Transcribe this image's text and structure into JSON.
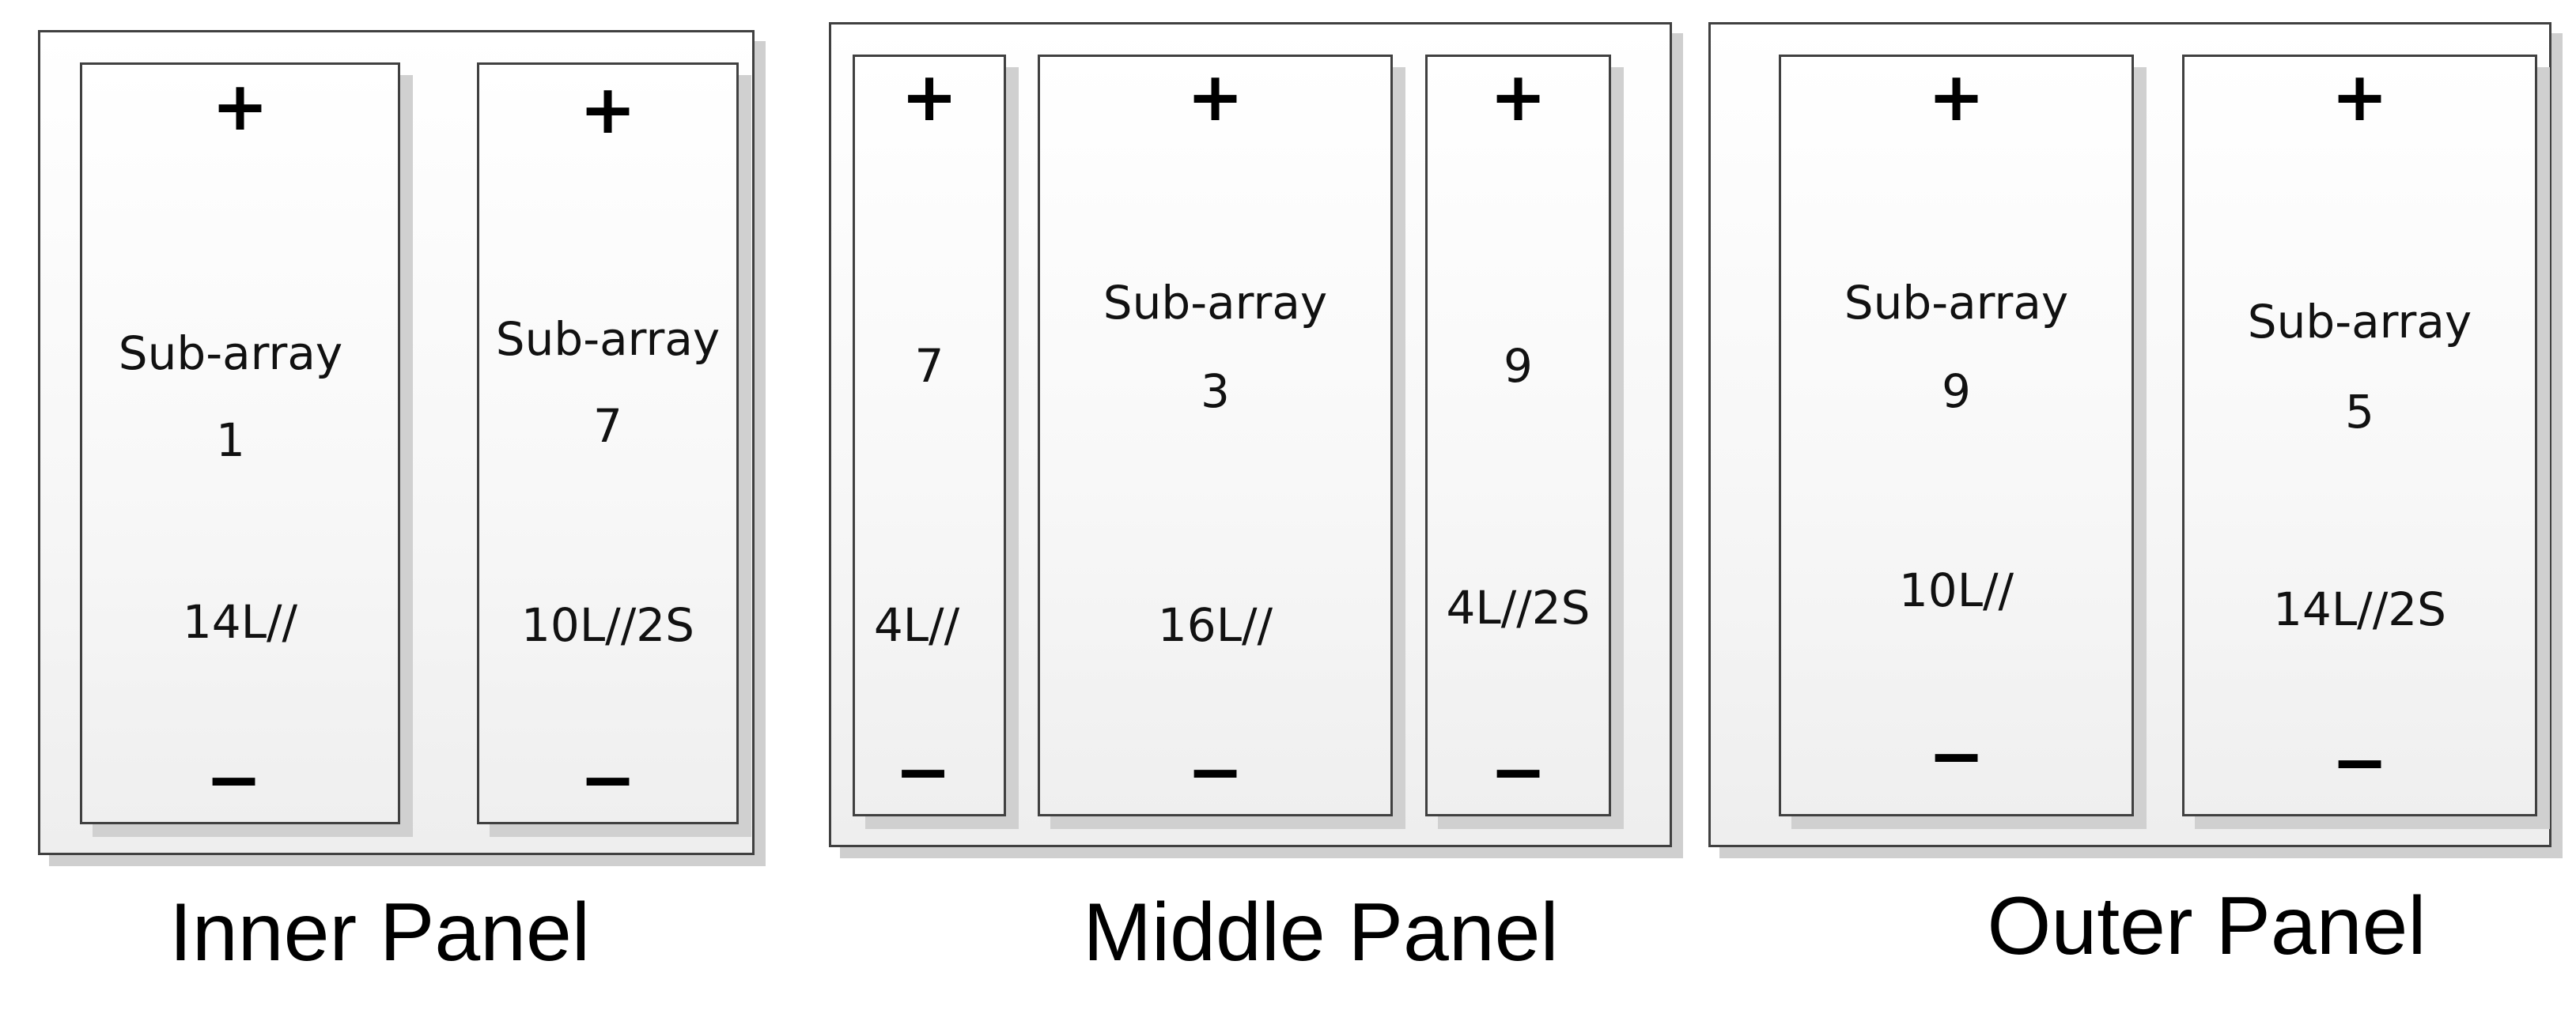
{
  "panels": {
    "inner": {
      "caption": "Inner Panel",
      "modules": [
        {
          "line1": "Sub-array",
          "line2": "1",
          "config": "14L//",
          "plus": "+",
          "minus": "−"
        },
        {
          "line1": "Sub-array",
          "line2": "7",
          "config": "10L//2S",
          "plus": "+",
          "minus": "−"
        }
      ]
    },
    "middle": {
      "caption": "Middle Panel",
      "modules": [
        {
          "line1": "7",
          "config": "4L//",
          "plus": "+",
          "minus": "−"
        },
        {
          "line1": "Sub-array",
          "line2": "3",
          "config": "16L//",
          "plus": "+",
          "minus": "−"
        },
        {
          "line1": "9",
          "config": "4L//2S",
          "plus": "+",
          "minus": "−"
        }
      ]
    },
    "outer": {
      "caption": "Outer Panel",
      "modules": [
        {
          "line1": "Sub-array",
          "line2": "9",
          "config": "10L//",
          "plus": "+",
          "minus": "−"
        },
        {
          "line1": "Sub-array",
          "line2": "5",
          "config": "14L//2S",
          "plus": "+",
          "minus": "−"
        }
      ]
    }
  }
}
